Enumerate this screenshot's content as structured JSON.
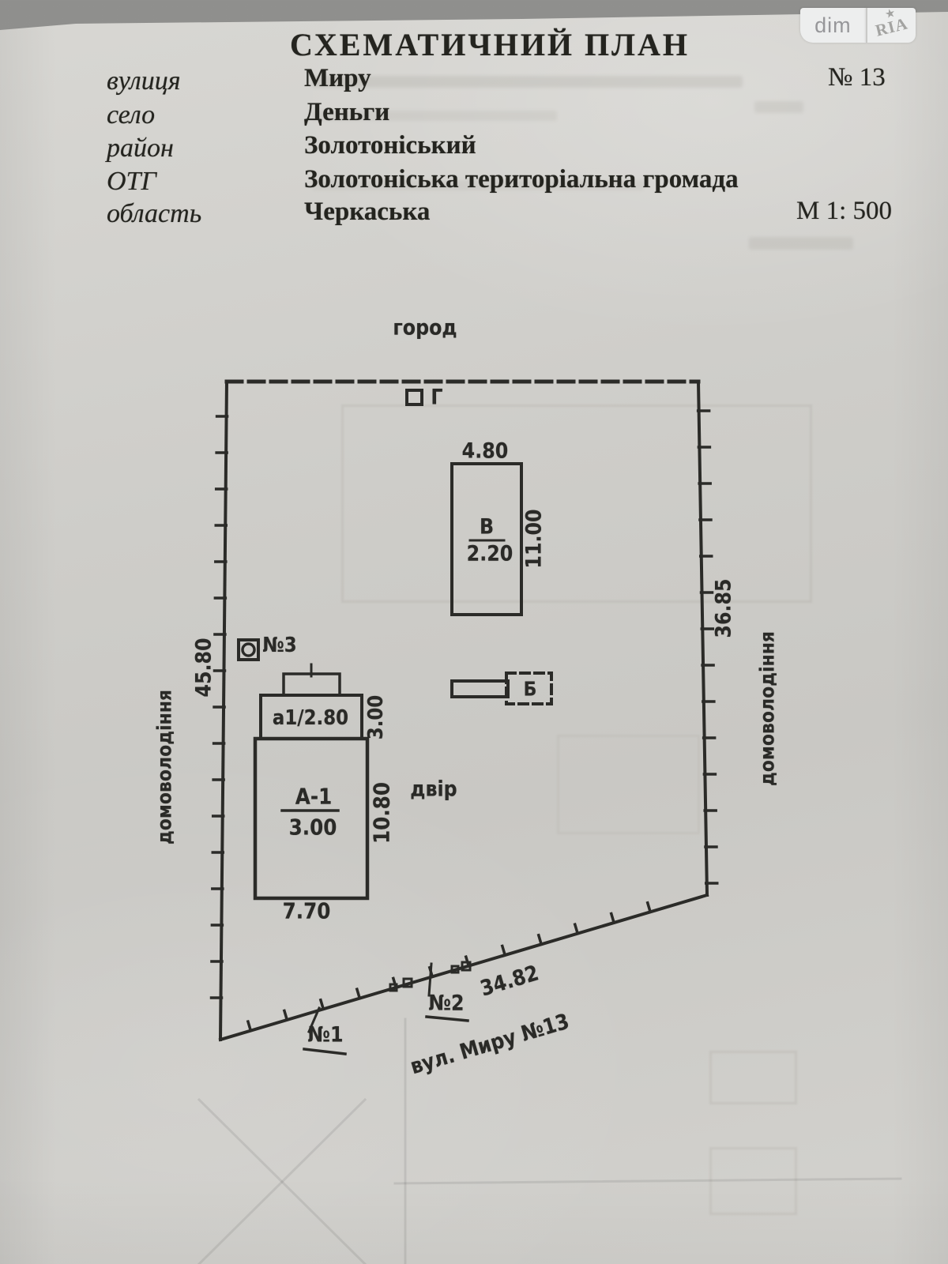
{
  "logo": {
    "dim": "dim",
    "ria": "RIA",
    "star": "★"
  },
  "header": {
    "title": "СХЕМАТИЧНИЙ ПЛАН",
    "rows": [
      {
        "label": "вулиця",
        "value": "Миру"
      },
      {
        "label": "село",
        "value": "Деньги"
      },
      {
        "label": "район",
        "value": "Золотоніський"
      },
      {
        "label": "ОТГ",
        "value": "Золотоніська територіальна громада"
      },
      {
        "label": "область",
        "value": "Черкаська"
      }
    ],
    "house_number": "№ 13",
    "scale": "М 1: 500"
  },
  "plan": {
    "north_label": "город",
    "yard_label": "двір",
    "street_label": "вул. Миру №13",
    "frontage_dim": "34.82",
    "left_boundary_dim": "45.80",
    "right_boundary_dim": "36.85",
    "left_side_label": "домоволодіння",
    "right_side_label": "домоволодіння",
    "marker_g_label": "Г",
    "marker_3_label": "№3",
    "marker_1_label": "№1",
    "marker_2_label": "№2",
    "building_v": {
      "litera": "В",
      "floor_value": "2.20",
      "width_dim": "4.80",
      "height_dim": "11.00"
    },
    "building_a": {
      "litera": "А-1",
      "floor_value": "3.00",
      "width_dim": "7.70",
      "height_dim": "10.80"
    },
    "porch_a1": {
      "litera": "а1/2.80",
      "depth_dim": "3.00"
    },
    "building_b": {
      "litera": "Б"
    }
  }
}
